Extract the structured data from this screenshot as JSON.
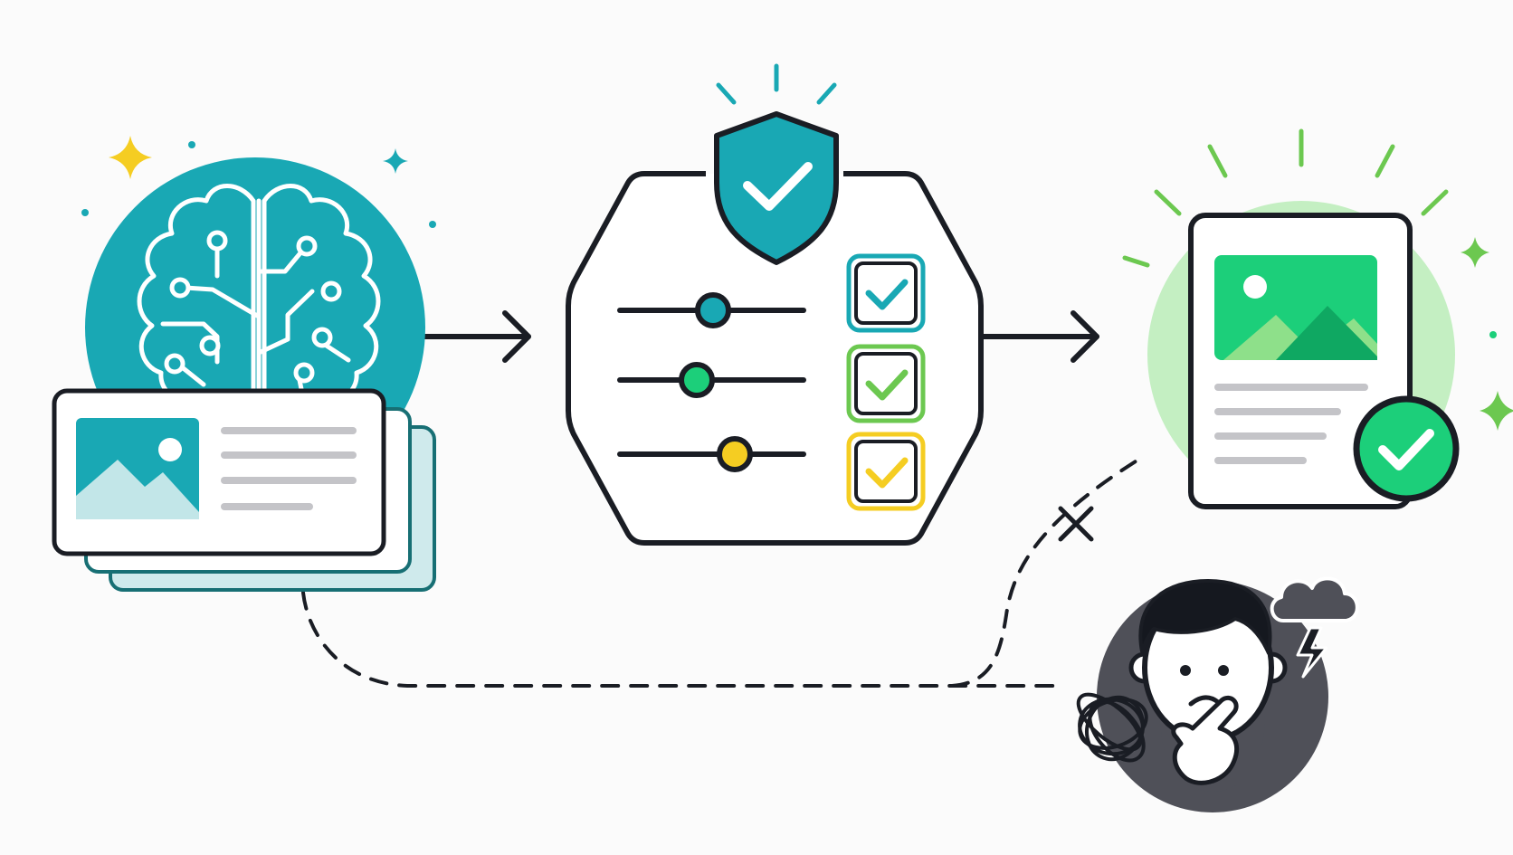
{
  "diagram": {
    "nodes": [
      {
        "id": "ai-model",
        "icon": "brain-circuit-icon",
        "content": "generated-image-cards"
      },
      {
        "id": "safety-check",
        "icon": "shield-check-icon",
        "content": "slider-checklist"
      },
      {
        "id": "verified-output",
        "icon": "verified-document-icon",
        "content": "image-document"
      },
      {
        "id": "confused-user",
        "icon": "confused-person-icon",
        "content": "storm-cloud-thought"
      }
    ],
    "edges": [
      {
        "from": "ai-model",
        "to": "safety-check",
        "style": "solid-arrow"
      },
      {
        "from": "safety-check",
        "to": "verified-output",
        "style": "solid-arrow"
      },
      {
        "from": "ai-model",
        "to": "confused-user",
        "style": "dashed"
      },
      {
        "from": "confused-user",
        "to": "verified-output",
        "style": "dashed-blocked",
        "marker": "cross-icon"
      }
    ]
  },
  "colors": {
    "ink": "#1a1d24",
    "teal": "#19a8b4",
    "teal_light": "#b9e3e6",
    "green": "#1ccf7a",
    "green_light": "#c4efc2",
    "lime": "#6cc850",
    "yellow": "#f5cd22",
    "user_bg": "#4f5058",
    "line_gray": "#c4c4c8",
    "background": "#fbfbfb"
  }
}
